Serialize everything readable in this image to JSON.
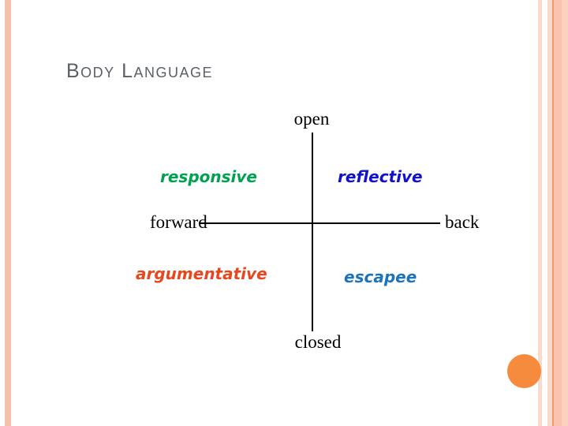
{
  "slide": {
    "title": "Body Language",
    "diagram": {
      "axis_labels": {
        "top": "open",
        "bottom": "closed",
        "left": "forward",
        "right": "back"
      },
      "quadrants": [
        {
          "label": "responsive",
          "position": "top-left",
          "color": "#00a14f"
        },
        {
          "label": "reflective",
          "position": "top-right",
          "color": "#1212cc"
        },
        {
          "label": "argumentative",
          "position": "bottom-left",
          "color": "#e8461d"
        },
        {
          "label": "escapee",
          "position": "bottom-right",
          "color": "#1d74ba"
        }
      ],
      "axis_color": "#000000"
    },
    "decorations": {
      "left_stripe_color": "#f5c1a9",
      "right_stripe_colors": [
        "#fbd9cb",
        "#fbd9cb",
        "#eb9b6d",
        "#f9c3ad",
        "#fbd2c0"
      ],
      "circle_color": "#f68b3d"
    }
  }
}
